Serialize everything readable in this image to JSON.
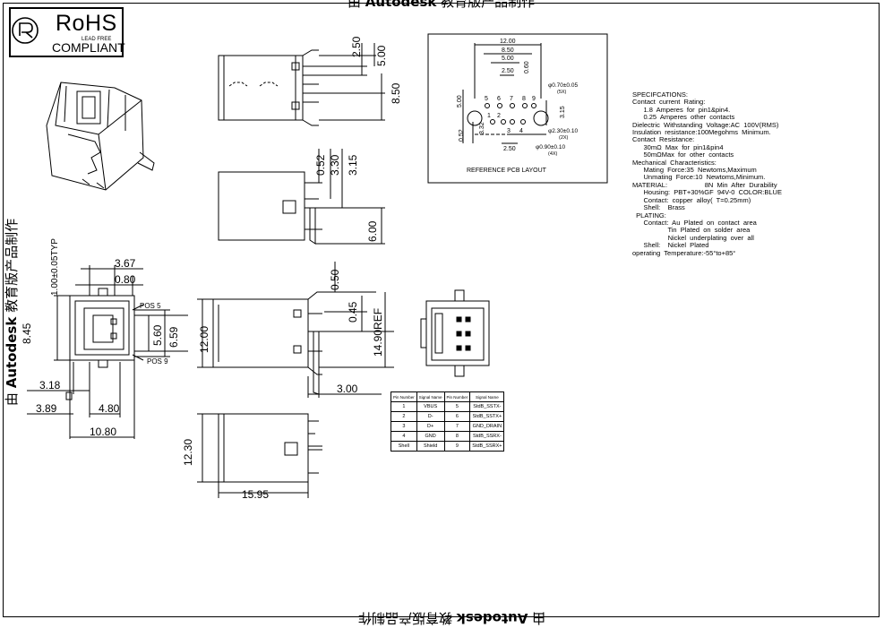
{
  "watermark": {
    "prefix": "由",
    "brand": "Autodesk",
    "suffix": "教育版产品制作"
  },
  "rohs": {
    "title": "RoHS",
    "lead_free": "LEAD FREE",
    "compliant": "COMPLIANT"
  },
  "dimensions": {
    "top_view": [
      "2.50",
      "5.00",
      "8.50"
    ],
    "side_view": [
      "0.52",
      "3.30",
      "3.15",
      "6.00"
    ],
    "front_view": [
      "0.50",
      "0.45",
      "14.90REF",
      "12.00",
      "3.00"
    ],
    "bottom_view": [
      "12.30",
      "15.95"
    ],
    "left_view": [
      "3.67",
      "0.80",
      "1.00±0.05TYP",
      "8.45",
      "5.60",
      "6.59",
      "3.18",
      "3.89",
      "4.80",
      "10.80"
    ],
    "pos_labels": [
      "POS 5",
      "POS 9"
    ]
  },
  "pcb": {
    "title": "REFERENCE PCB LAYOUT",
    "dims": [
      "12.00",
      "8.50",
      "5.00",
      "2.50",
      "0.60",
      "5.00",
      "3.15",
      "0.52",
      "3.32",
      "2.50"
    ],
    "hole_notes": [
      "φ0.70±0.05",
      "(5X)",
      "φ2.30±0.10",
      "(2X)",
      "φ0.90±0.10",
      "(4X)"
    ],
    "pin_numbers": [
      "5",
      "6",
      "7",
      "8",
      "9",
      "1",
      "2",
      "3",
      "4"
    ]
  },
  "specs": [
    "SPECIFCATIONS:",
    "Contact  current  Rating:",
    "      1.8  Amperes  for  pin1&pin4.",
    "      0.25  Amperes  other  contacts",
    "Dielectric  Withstanding  Voltage:AC  100V(RMS)",
    "Insulation  resistance:100Megohms  Minimum.",
    "Contact  Resistance:",
    "      30mΩ  Max  for  pin1&pin4",
    "      50mΩMax  for  other  contacts",
    "Mechanical  Characteristics:",
    "      Mating  Force:35  Newtoms,Maximum",
    "      Unmating  Force:10  Newtoms,Minimum.",
    "MATERIAL:                    8N  Min  After  Durability",
    "      Housing:  PBT+30%GF  94V-0  COLOR:BLUE",
    "      Contact:  copper  alloy(  T=0.25mm)",
    "      Shell:    Brass",
    "  PLATING:",
    "      Contact:  Au  Plated  on  contact  area",
    "                   Tin  Plated  on  solder  area",
    "                   Nickel  underplating  over  all",
    "      Shell:    Nickel  Plated",
    "operating  Temperature:-55°to+85°"
  ],
  "pin_table": {
    "headers": [
      "Pin Number",
      "Signal Name",
      "Pin Number",
      "Signal Name"
    ],
    "rows": [
      [
        "1",
        "VBUS",
        "5",
        "StdB_SSTX-"
      ],
      [
        "2",
        "D-",
        "6",
        "StdB_SSTX+"
      ],
      [
        "3",
        "D+",
        "7",
        "GND_DRAIN"
      ],
      [
        "4",
        "GND",
        "8",
        "StdB_SSRX-"
      ],
      [
        "Shell",
        "Shield",
        "9",
        "StdB_SSRX+"
      ]
    ]
  }
}
